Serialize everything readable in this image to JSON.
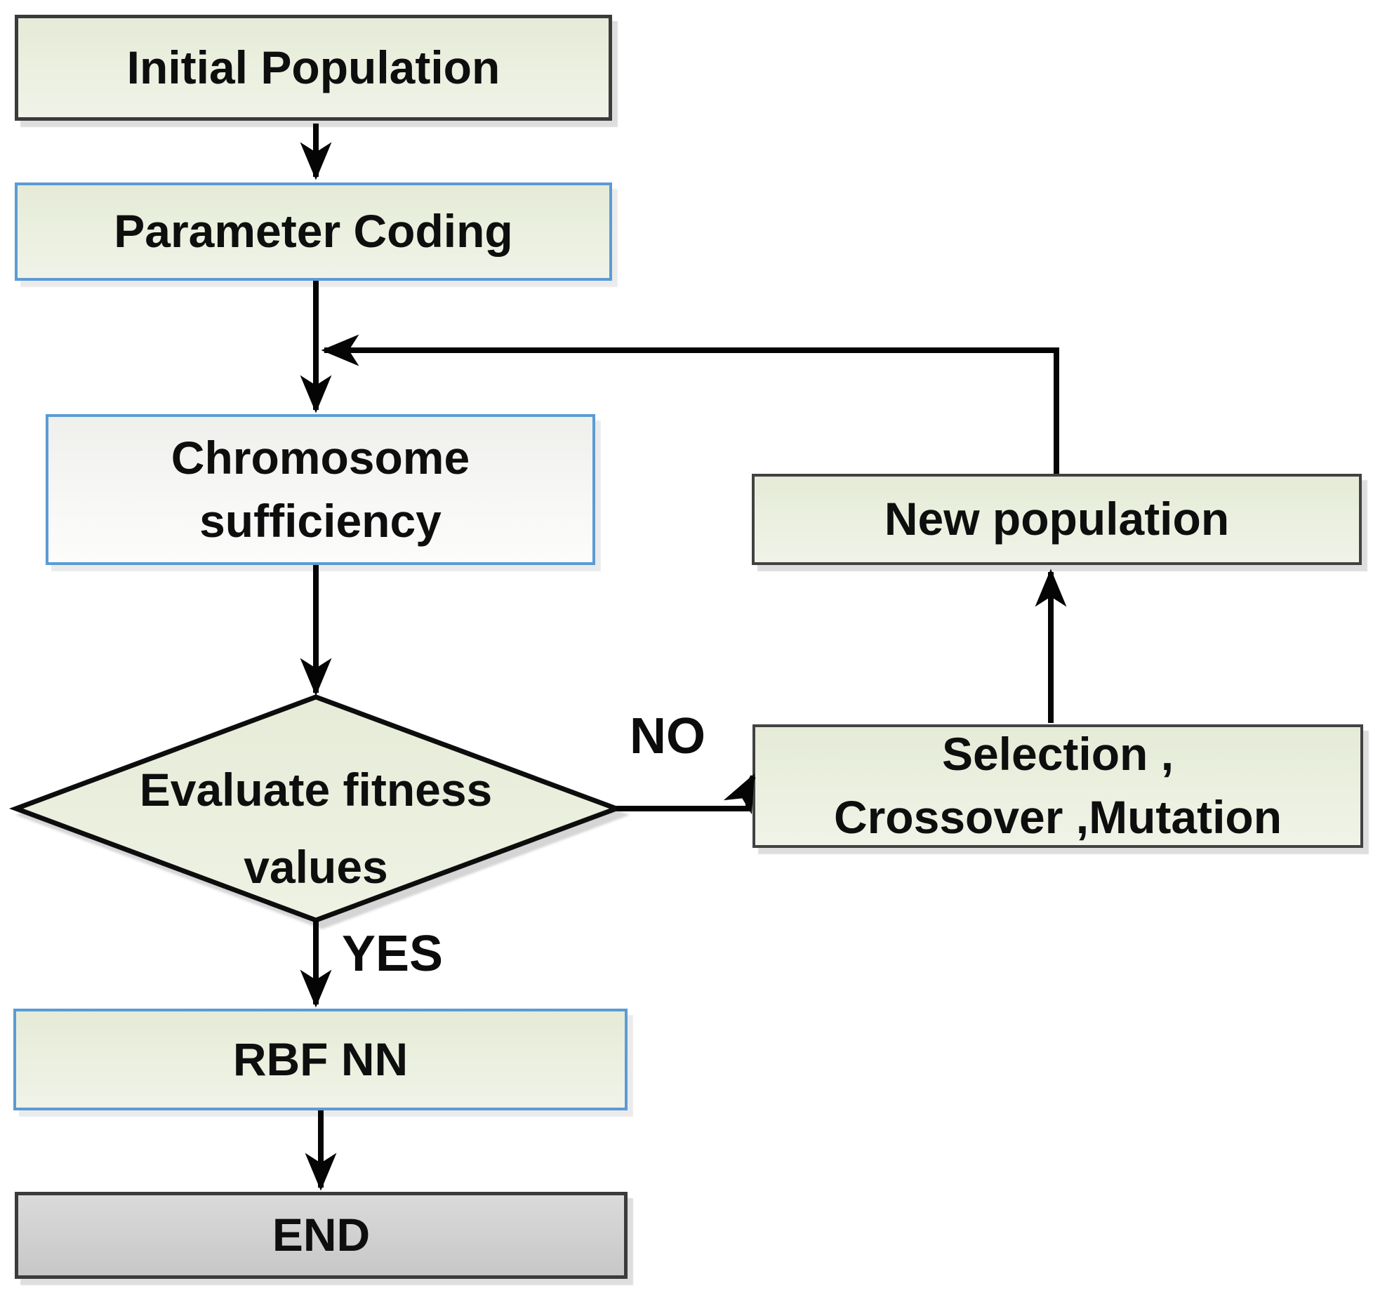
{
  "diagram": {
    "nodes": {
      "initial_population": {
        "label": "Initial Population",
        "shape": "rectangle",
        "fill": "#ebf0e0",
        "border": "#3b3b3b"
      },
      "parameter_coding": {
        "label": "Parameter Coding",
        "shape": "rectangle",
        "fill": "#ebf0e0",
        "border": "#5b9bd5"
      },
      "chromosome_sufficiency": {
        "label": "Chromosome\nsufficiency",
        "shape": "rectangle",
        "fill": "#f6f6f5",
        "border": "#5b9bd5"
      },
      "evaluate_fitness": {
        "label": "Evaluate fitness\nvalues",
        "shape": "diamond",
        "fill": "#e9eedb",
        "border": "#0c0c0c"
      },
      "rbf_nn": {
        "label": "RBF NN",
        "shape": "rectangle",
        "fill": "#ebf0e0",
        "border": "#5b9bd5"
      },
      "end": {
        "label": "END",
        "shape": "rectangle",
        "fill": "#d0d0d0",
        "border": "#3b3b3b"
      },
      "new_population": {
        "label": "New population",
        "shape": "rectangle",
        "fill": "#ebf0e0",
        "border": "#424242"
      },
      "selection_crossover_mutation": {
        "label": "Selection ,\nCrossover ,Mutation",
        "shape": "rectangle",
        "fill": "#ebf0e0",
        "border": "#424242"
      }
    },
    "edge_labels": {
      "yes": "YES",
      "no": "NO"
    },
    "edges": [
      {
        "from": "initial_population",
        "to": "parameter_coding",
        "label": ""
      },
      {
        "from": "parameter_coding",
        "to": "chromosome_sufficiency",
        "label": ""
      },
      {
        "from": "chromosome_sufficiency",
        "to": "evaluate_fitness",
        "label": ""
      },
      {
        "from": "evaluate_fitness",
        "to": "rbf_nn",
        "label": "YES"
      },
      {
        "from": "evaluate_fitness",
        "to": "selection_crossover_mutation",
        "label": "NO"
      },
      {
        "from": "selection_crossover_mutation",
        "to": "new_population",
        "label": ""
      },
      {
        "from": "new_population",
        "to": "chromosome_sufficiency",
        "label": ""
      },
      {
        "from": "rbf_nn",
        "to": "end",
        "label": ""
      }
    ],
    "colors": {
      "arrow": "#050505",
      "box_fill_green_top": "#e5ebd7",
      "box_fill_green_bottom": "#f0f3e8",
      "box_fill_white_top": "#efefec",
      "box_fill_white_bottom": "#fcfcfb",
      "box_fill_gray_top": "#dadada",
      "box_fill_gray_bottom": "#c7c7c7",
      "border_dark": "#3b3b3b",
      "border_blue": "#5b9bd5",
      "text": "#0e0e0e"
    }
  }
}
